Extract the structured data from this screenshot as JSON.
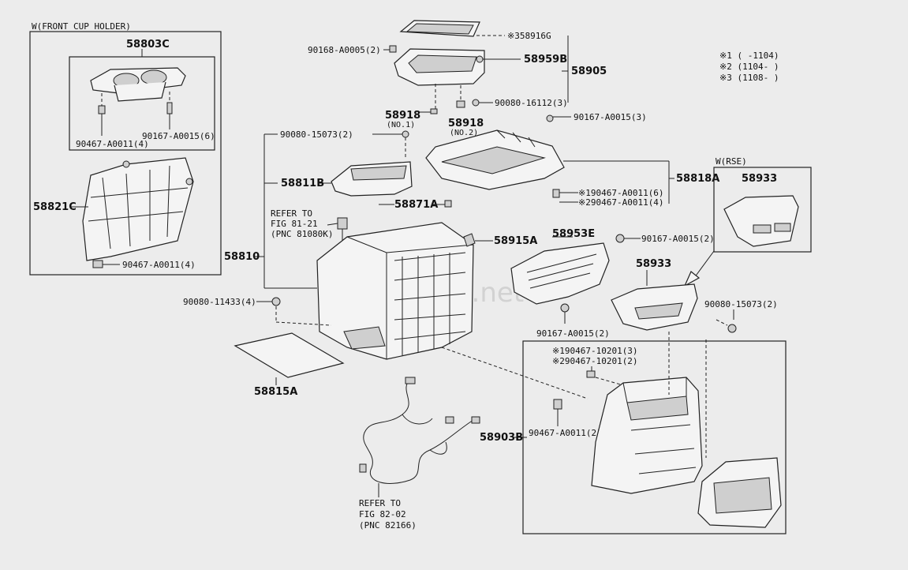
{
  "watermark": "Seatoyota.net",
  "legend": {
    "line1": "※1 (    -1104)",
    "line2": "※2 (1104-    )",
    "line3": "※3 (1108-    )"
  },
  "groups": {
    "front_cup_holder": "W(FRONT CUP HOLDER)",
    "rse": "W(RSE)"
  },
  "refs": {
    "ref1": [
      "REFER TO",
      "FIG 81-21",
      "(PNC 81080K)"
    ],
    "ref2": [
      "REFER TO",
      "FIG 82-02",
      "(PNC 82166)"
    ]
  },
  "parts": {
    "p58803C": "58803C",
    "p90167_6": "90167-A0015(6)",
    "p90467_4a": "90467-A0011(4)",
    "p58821C": "58821C",
    "p90467_4b": "90467-A0011(4)",
    "p58916G": "※358916G",
    "p90168": "90168-A0005(2)",
    "p58959B": "58959B",
    "p58905": "58905",
    "p90080_16112": "90080-16112(3)",
    "p58918_1": "58918",
    "p58918_1n": "(NO.1)",
    "p58918_2": "58918",
    "p58918_2n": "(NO.2)",
    "p90167_3": "90167-A0015(3)",
    "p90080_15073a": "90080-15073(2)",
    "p58811B": "58811B",
    "p58818A": "58818A",
    "p90467_6x1": "※190467-A0011(6)",
    "p90467_4x2": "※290467-A0011(4)",
    "p58871A": "58871A",
    "p58810": "58810",
    "p58915A": "58915A",
    "p58953E": "58953E",
    "p90167_2a": "90167-A0015(2)",
    "p58933a": "58933",
    "p58933b": "58933",
    "p90080_11433": "90080-11433(4)",
    "p90167_2b": "90167-A0015(2)",
    "p90080_15073b": "90080-15073(2)",
    "p58815A": "58815A",
    "p90467_10201_3": "※190467-10201(3)",
    "p90467_10201_2": "※290467-10201(2)",
    "p58903B": "58903B",
    "p90467_2": "90467-A0011(2)"
  }
}
